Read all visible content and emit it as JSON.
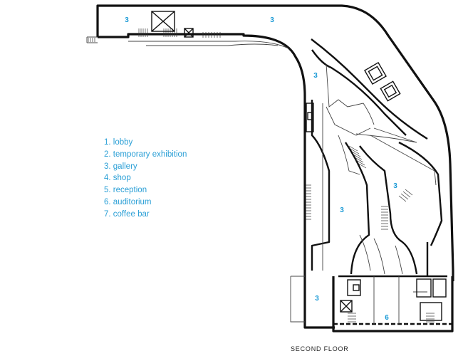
{
  "plan": {
    "title": "SECOND FLOOR",
    "legend": [
      "1. lobby",
      "2. temporary exhibition",
      "3. gallery",
      "4. shop",
      "5. reception",
      "6. auditorium",
      "7. coffee bar"
    ],
    "room_labels": [
      "3",
      "3",
      "3",
      "3",
      "3",
      "3",
      "6"
    ],
    "colors": {
      "label": "#1a9ad6",
      "legend": "#2a9fd6",
      "wall": "#111111",
      "line": "#444444"
    }
  }
}
